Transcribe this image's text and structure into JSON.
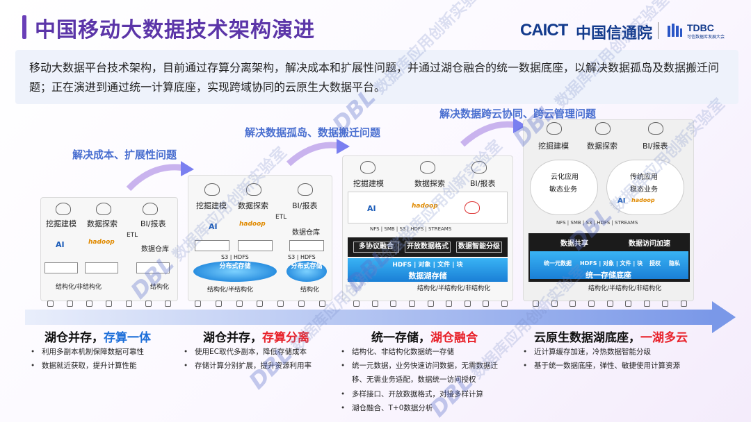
{
  "header": {
    "title": "中国移动大数据技术架构演进",
    "logo_caict": "CAICT",
    "logo_caict_cn": "中国信通院",
    "logo_tdbc": "TDBC",
    "logo_tdbc_sub": "可信数据库发展大会"
  },
  "intro": {
    "text": "移动大数据平台技术架构，目前通过存算分离架构，解决成本和扩展性问题，并通过湖仓融合的统一数据底座，以解决数据孤岛及数据搬迁问题；正在演进到通过统一计算底座，实现跨域协同的云原生大数据平台。"
  },
  "watermark": {
    "logo": "DBL",
    "text": "数据库应用创新实验室"
  },
  "stage_labels": [
    "解决成本、扩展性问题",
    "解决数据孤岛、数据搬迁问题",
    "解决数据跨云协同、跨云管理问题"
  ],
  "diagram": {
    "tools": [
      "挖掘建模",
      "数据探索",
      "BI/报表"
    ],
    "ai": "AI",
    "hadoop": "hadoop",
    "etl": "ETL",
    "data_warehouse": "数据仓库",
    "p1_struct_mixed": "结构化/非结构化",
    "p1_struct": "结构化",
    "p2_s3_hdfs": "S3 | HDFS",
    "p2_distributed": "分布式存储",
    "p2_struct_semi": "结构化/半结构化",
    "p2_struct": "结构化",
    "p3_protocols": "NFS | SMB | S3 | HDFS | STREAMS",
    "p3_chips": [
      "多协议融合",
      "开放数据格式",
      "数据智能分级"
    ],
    "p3_lake_formats": "HDFS | 对象 | 文件 | 块",
    "p3_lake": "数据湖存储",
    "p3_struct_all": "结构化/半结构化/非结构化",
    "p4_cloud_app": "云化应用",
    "p4_agile": "敏态业务",
    "p4_trad_app": "传统应用",
    "p4_stable": "稳态业务",
    "p4_protocols": "NFS | SMB | S3 | HDFS | STREAMS",
    "p4_share": "数据共享",
    "p4_accel": "数据访问加速",
    "p4_unified_data": "统一元数据",
    "p4_lake_formats": "HDFS | 对象 | 文件 | 块",
    "p4_auth": "授权",
    "p4_privacy": "隐私",
    "p4_base": "统一存储底座",
    "p4_struct_all": "结构化/半结构化/非结构化"
  },
  "pillars": [
    {
      "title_main": "湖仓并存，",
      "title_accent": "存算一体",
      "accent_color": "#1e6fd9",
      "bullets": [
        "利用多副本机制保障数据可靠性",
        "数据就近获取，提升计算性能"
      ]
    },
    {
      "title_main": "湖仓并存，",
      "title_accent": "存算分离",
      "accent_color": "#e8212a",
      "bullets": [
        "使用EC取代多副本，降低存储成本",
        "存储计算分别扩展，提升资源利用率"
      ]
    },
    {
      "title_main": "统一存储，",
      "title_accent": "湖仓融合",
      "accent_color": "#e8212a",
      "bullets": [
        "结构化、非结构化数据统一存储",
        "统一元数据，业务快速访问数据，无需数据迁",
        "移、无需业务适配，数据统一访问授权",
        "多样接口、开放数据格式，对接多样计算",
        "湖仓融合、T+0数据分析"
      ]
    },
    {
      "title_main": "云原生数据湖底座，",
      "title_accent": "一湖多云",
      "accent_color": "#e8212a",
      "bullets": [
        "近计算缓存加速，冷热数据智能分级",
        "基于统一数据底座，弹性、敏捷使用计算资源"
      ]
    }
  ]
}
